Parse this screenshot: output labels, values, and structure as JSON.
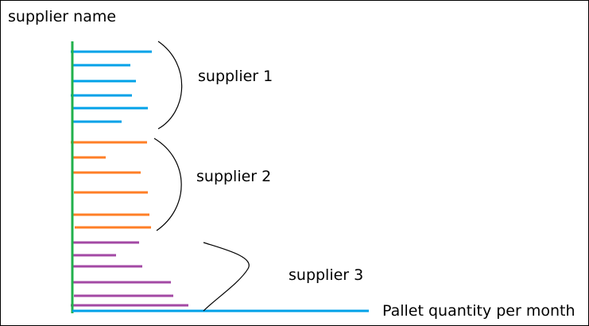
{
  "labels": {
    "y_axis": "supplier name",
    "x_axis": "Pallet quantity per month",
    "groups": [
      "supplier 1",
      "supplier 2",
      "supplier 3"
    ]
  },
  "colors": {
    "y_axis": "#22b14c",
    "x_axis": "#00a2e8",
    "groups": [
      "#00a2e8",
      "#ff7f27",
      "#a349a4"
    ],
    "brace": "#000000"
  }
}
